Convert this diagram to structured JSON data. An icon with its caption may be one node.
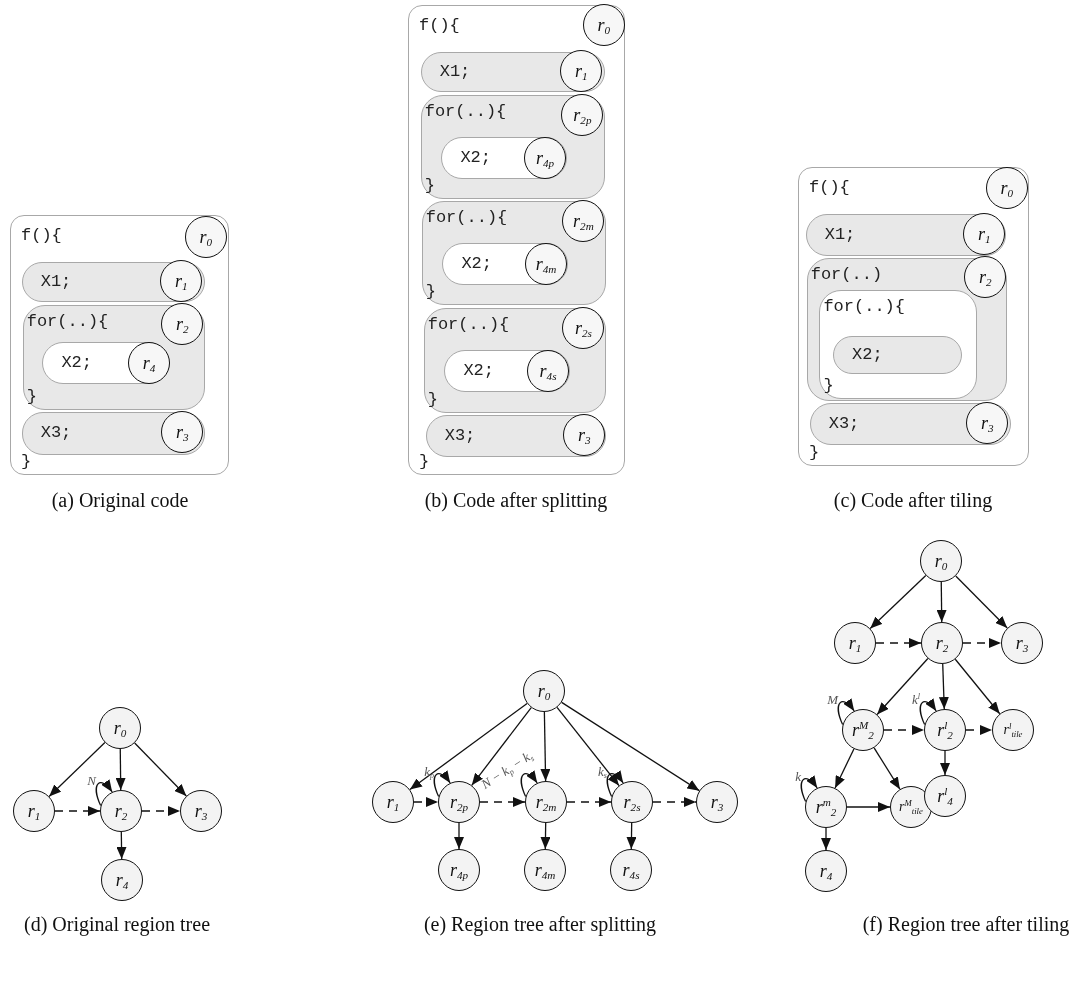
{
  "diagram": {
    "nodes": [
      {
        "text": [
          "f(){",
          "}"
        ]
      },
      {
        "text": [
          "r$_{0}$"
        ],
        "in": 0
      },
      {
        "text": [
          "X1;"
        ],
        "in": 0
      },
      {
        "text": [
          "r$_{1}$"
        ],
        "in": 2
      },
      {
        "text": [
          "for(..){",
          "}"
        ],
        "in": 0
      },
      {
        "text": [
          "r$_{2}$"
        ],
        "in": 4
      },
      {
        "text": [
          "X2;"
        ],
        "in": 4
      },
      {
        "text": [
          "r$_{4}$"
        ],
        "in": 6
      },
      {
        "text": [
          "X3;"
        ],
        "in": 0
      },
      {
        "text": [
          "r$_{3}$"
        ],
        "in": 8
      },
      {
        "text": [
          "f(){",
          "}"
        ]
      },
      {
        "text": [
          "r$_{0}$"
        ],
        "in": 10
      },
      {
        "text": [
          "X1;"
        ],
        "in": 10
      },
      {
        "text": [
          "r$_{1}$"
        ],
        "in": 12
      },
      {
        "text": [
          "for(..){",
          "}"
        ],
        "in": 10
      },
      {
        "text": [
          "r$_{2p}$"
        ],
        "in": 14
      },
      {
        "text": [
          "X2;"
        ],
        "in": 14
      },
      {
        "text": [
          "r$_{4p}$"
        ],
        "in": 16
      },
      {
        "text": [
          "for(..){",
          "}"
        ],
        "in": 10
      },
      {
        "text": [
          "r$_{2m}$"
        ],
        "in": 18
      },
      {
        "text": [
          "X2;"
        ],
        "in": 18
      },
      {
        "text": [
          "r$_{4m}$"
        ],
        "in": 20
      },
      {
        "text": [
          "for(..){",
          "}"
        ],
        "in": 10
      },
      {
        "text": [
          "r$_{2s}$"
        ],
        "in": 22
      },
      {
        "text": [
          "X2;"
        ],
        "in": 22
      },
      {
        "text": [
          "r$_{4s}$"
        ],
        "in": 24
      },
      {
        "text": [
          "X3;"
        ],
        "in": 10
      },
      {
        "text": [
          "r$_{3}$"
        ],
        "in": 26
      },
      {
        "text": [
          "f(){",
          "}"
        ]
      },
      {
        "text": [
          "r$_{0}$"
        ],
        "in": 28
      },
      {
        "text": [
          "X1;"
        ],
        "in": 28
      },
      {
        "text": [
          "r$_{1}$"
        ],
        "in": 30
      },
      {
        "text": [
          "for(..)"
        ],
        "in": 28
      },
      {
        "text": [
          "r$_{2}$"
        ],
        "in": 32
      },
      {
        "text": [
          "for(..){",
          "}"
        ],
        "in": 32
      },
      {
        "text": [
          "X2;"
        ],
        "in": 34
      },
      {
        "text": [
          "X3;"
        ],
        "in": 28
      },
      {
        "text": [
          "r$_{3}$"
        ],
        "in": 36
      },
      {
        "text": [
          "r$_{0}$"
        ]
      },
      {
        "text": [
          "r$_{1}$"
        ]
      },
      {
        "text": [
          "r$_{2}$"
        ]
      },
      {
        "text": [
          "r$_{3}$"
        ]
      },
      {
        "text": [
          "r$_{4}$"
        ]
      },
      {
        "text": [
          "r$_{0}$"
        ]
      },
      {
        "text": [
          "r$_{1}$"
        ]
      },
      {
        "text": [
          "r$_{2p}$"
        ]
      },
      {
        "text": [
          "r$_{2m}$"
        ]
      },
      {
        "text": [
          "r$_{2s}$"
        ]
      },
      {
        "text": [
          "r$_{3}$"
        ]
      },
      {
        "text": [
          "r$_{4p}$"
        ]
      },
      {
        "text": [
          "r$_{4m}$"
        ]
      },
      {
        "text": [
          "r$_{4s}$"
        ]
      },
      {
        "text": [
          "r$_{0}$"
        ]
      },
      {
        "text": [
          "r$_{1}$"
        ]
      },
      {
        "text": [
          "r$_{2}$"
        ]
      },
      {
        "text": [
          "r$_{3}$"
        ]
      },
      {
        "text": [
          "r$^{M}$$_{2}$"
        ]
      },
      {
        "text": [
          "r$^{l}$$_{2}$"
        ]
      },
      {
        "text": [
          "r$^{l}$$_{tile}$"
        ]
      },
      {
        "text": [
          "r$^{m}$$_{2}$"
        ]
      },
      {
        "text": [
          "r$^{M}$$_{tile}$"
        ]
      },
      {
        "text": [
          "r$^{l}$$_{4}$"
        ]
      },
      {
        "text": [
          "r$_{4}$"
        ]
      }
    ],
    "edges": [
      {
        "from": 38,
        "to": 39,
        "arrow": "to"
      },
      {
        "from": 38,
        "to": 40,
        "arrow": "to"
      },
      {
        "from": 38,
        "to": 41,
        "arrow": "to"
      },
      {
        "from": 39,
        "to": 40,
        "arrow": "to",
        "style": "dashed"
      },
      {
        "from": 40,
        "to": 41,
        "arrow": "to",
        "style": "dashed"
      },
      {
        "from": 40,
        "to": 42,
        "arrow": "to"
      },
      {
        "from": 40,
        "to": 40,
        "arrow": "to",
        "label": "N"
      },
      {
        "from": 43,
        "to": 44,
        "arrow": "to"
      },
      {
        "from": 43,
        "to": 45,
        "arrow": "to"
      },
      {
        "from": 43,
        "to": 46,
        "arrow": "to"
      },
      {
        "from": 43,
        "to": 47,
        "arrow": "to"
      },
      {
        "from": 43,
        "to": 48,
        "arrow": "to"
      },
      {
        "from": 44,
        "to": 45,
        "arrow": "to",
        "style": "dashed"
      },
      {
        "from": 45,
        "to": 46,
        "arrow": "to",
        "style": "dashed"
      },
      {
        "from": 46,
        "to": 47,
        "arrow": "to",
        "style": "dashed"
      },
      {
        "from": 47,
        "to": 48,
        "arrow": "to",
        "style": "dashed"
      },
      {
        "from": 45,
        "to": 49,
        "arrow": "to"
      },
      {
        "from": 46,
        "to": 50,
        "arrow": "to"
      },
      {
        "from": 47,
        "to": 51,
        "arrow": "to"
      },
      {
        "from": 45,
        "to": 45,
        "arrow": "to",
        "label": "k$_{p}$"
      },
      {
        "from": 46,
        "to": 46,
        "arrow": "to",
        "label": "N − k$_{p}$ − k$_{s}$"
      },
      {
        "from": 47,
        "to": 47,
        "arrow": "to",
        "label": "k$_{s}$"
      },
      {
        "from": 52,
        "to": 53,
        "arrow": "to"
      },
      {
        "from": 52,
        "to": 54,
        "arrow": "to"
      },
      {
        "from": 52,
        "to": 55,
        "arrow": "to"
      },
      {
        "from": 53,
        "to": 54,
        "arrow": "to",
        "style": "dashed"
      },
      {
        "from": 54,
        "to": 55,
        "arrow": "to",
        "style": "dashed"
      },
      {
        "from": 54,
        "to": 56,
        "arrow": "to"
      },
      {
        "from": 54,
        "to": 57,
        "arrow": "to"
      },
      {
        "from": 54,
        "to": 58,
        "arrow": "to"
      },
      {
        "from": 56,
        "to": 57,
        "arrow": "to",
        "style": "dashed"
      },
      {
        "from": 57,
        "to": 58,
        "arrow": "to",
        "style": "dashed"
      },
      {
        "from": 56,
        "to": 56,
        "arrow": "to",
        "label": "M"
      },
      {
        "from": 57,
        "to": 57,
        "arrow": "to",
        "label": "k$^{l}$"
      },
      {
        "from": 56,
        "to": 59,
        "arrow": "to"
      },
      {
        "from": 56,
        "to": 60,
        "arrow": "to"
      },
      {
        "from": 59,
        "to": 59,
        "arrow": "to",
        "label": "k"
      },
      {
        "from": 59,
        "to": 60,
        "arrow": "to"
      },
      {
        "from": 57,
        "to": 61,
        "arrow": "to"
      },
      {
        "from": 59,
        "to": 62,
        "arrow": "to"
      }
    ],
    "labels": [
      "(a) Original code",
      "(b) Code after splitting",
      "(c) Code after tiling",
      "(d) Original region tree",
      "(e) Region tree after splitting",
      "(f) Region tree after tiling"
    ]
  }
}
